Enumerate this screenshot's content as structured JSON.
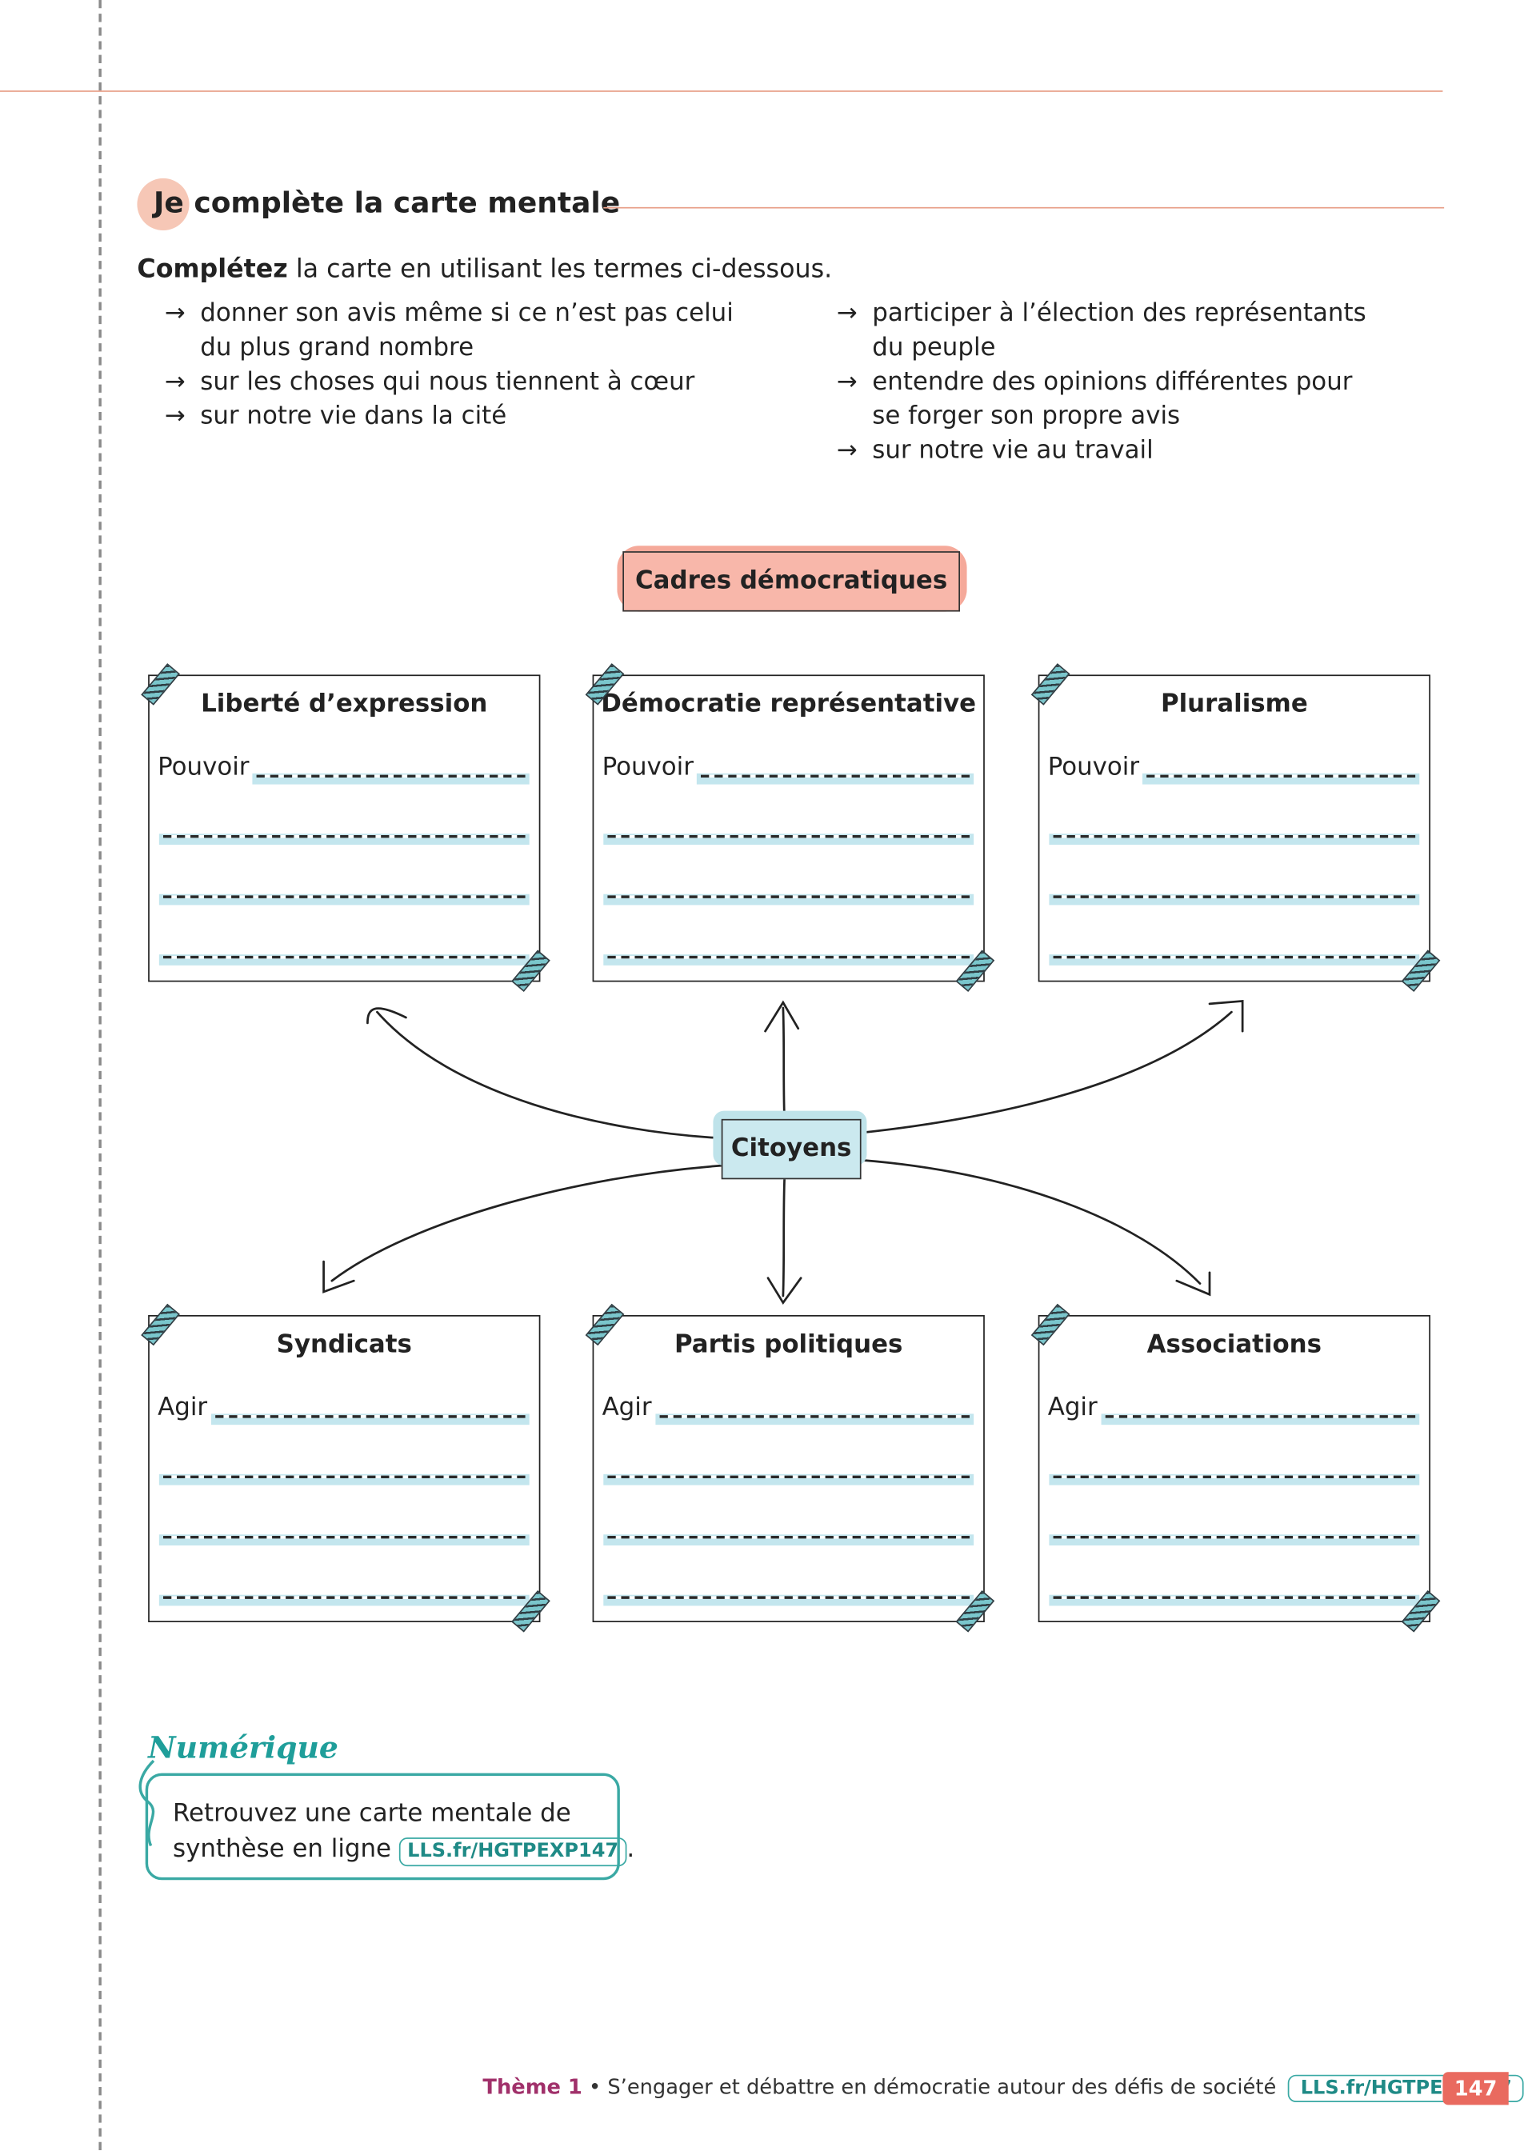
{
  "section": {
    "title_highlight": "Je",
    "title_rest": " complète la carte mentale"
  },
  "instruction": {
    "bold": "Complétez",
    "rest": " la carte en utilisant les termes ci-dessous."
  },
  "terms_left": [
    {
      "line1": "donner son avis même si ce n’est pas celui",
      "line2": "du plus grand nombre"
    },
    {
      "line1": "sur les choses qui nous tiennent à cœur",
      "line2": ""
    },
    {
      "line1": "sur notre vie dans la cité",
      "line2": ""
    }
  ],
  "terms_right": [
    {
      "line1": "participer à l’élection des représentants",
      "line2": "du peuple"
    },
    {
      "line1": "entendre des opinions différentes pour",
      "line2": "se forger son propre avis"
    },
    {
      "line1": "sur notre vie au travail",
      "line2": ""
    }
  ],
  "arrow_glyph": "→",
  "mindmap": {
    "top_node": "Cadres démocratiques",
    "center_node": "Citoyens",
    "top_boxes": [
      {
        "title": "Liberté d’expression",
        "label": "Pouvoir"
      },
      {
        "title": "Démocratie représentative",
        "label": "Pouvoir"
      },
      {
        "title": "Pluralisme",
        "label": "Pouvoir"
      }
    ],
    "bottom_boxes": [
      {
        "title": "Syndicats",
        "label": "Agir"
      },
      {
        "title": "Partis politiques",
        "label": "Agir"
      },
      {
        "title": "Associations",
        "label": "Agir"
      }
    ]
  },
  "numerique": {
    "title": "Numérique",
    "text_line1": "Retrouvez une carte mentale de",
    "text_line2": "synthèse en ligne",
    "link": "LLS.fr/HGTPEXP147",
    "period": "."
  },
  "footer": {
    "theme": "Thème 1",
    "separator": " • ",
    "text": "S’engager et débattre en démocratie autour des défis de société",
    "link": "LLS.fr/HGTPEXP147",
    "page_number": "147"
  },
  "colors": {
    "salmon": "#f8b7aa",
    "teal": "#3aa9a4",
    "theme_purple": "#a0306a",
    "page_badge": "#e96a5f"
  }
}
